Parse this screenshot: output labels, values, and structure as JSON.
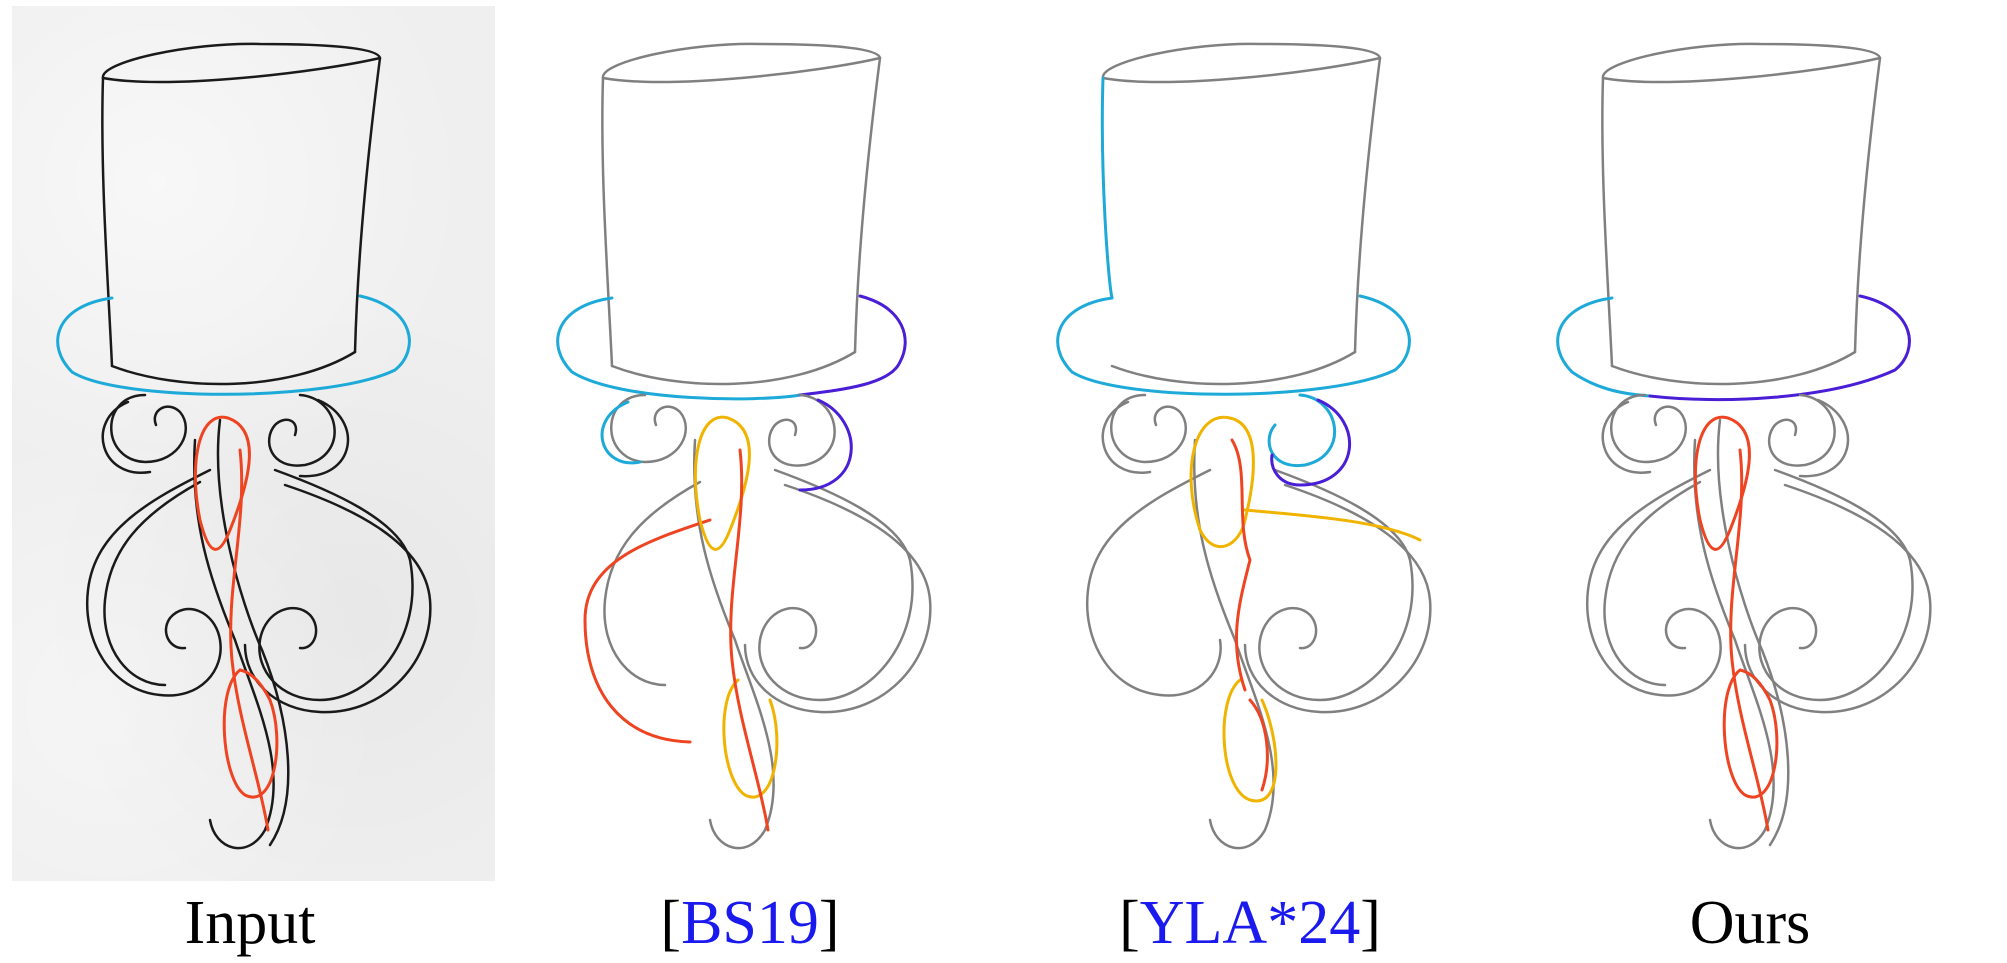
{
  "figure": {
    "captions": [
      {
        "prefix": "",
        "ref": "",
        "label": "Input",
        "suffix": ""
      },
      {
        "prefix": "[",
        "ref": "BS19",
        "label": "",
        "suffix": "]"
      },
      {
        "prefix": "[",
        "ref": "YLA*24",
        "label": "",
        "suffix": "]"
      },
      {
        "prefix": "",
        "ref": "",
        "label": "Ours",
        "suffix": ""
      }
    ]
  },
  "colors": {
    "stroke_input": "#1a1a1a",
    "stroke_gray": "#808080",
    "cyan": "#1eaad8",
    "purple": "#4a1ed6",
    "red": "#ee4422",
    "yellow": "#f0b400",
    "citation": "#1a1aee"
  }
}
